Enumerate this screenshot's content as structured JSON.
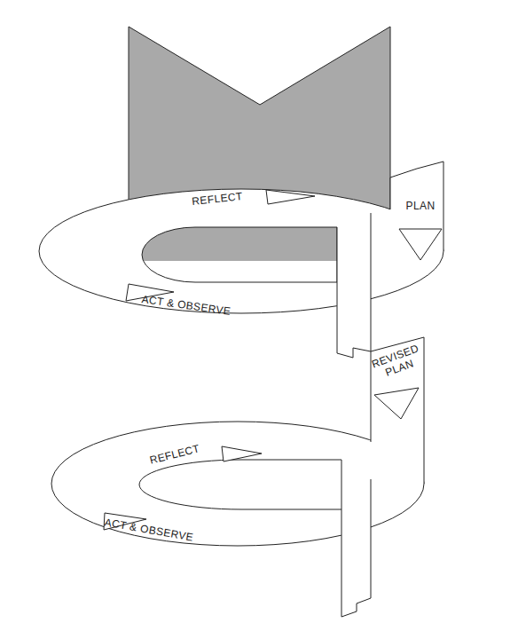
{
  "diagram": {
    "labels": [
      "REFLECT",
      "PLAN",
      "ACT & OBSERVE",
      "REVISED PLAN",
      "REFLECT",
      "ACT & OBSERVE"
    ]
  }
}
